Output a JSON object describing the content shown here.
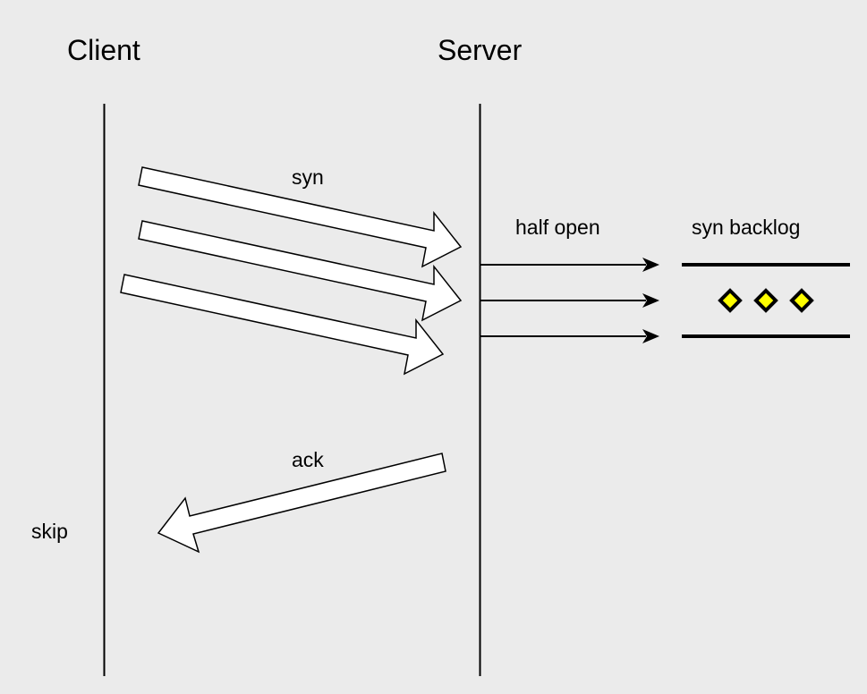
{
  "participants": {
    "client": "Client",
    "server": "Server"
  },
  "messages": {
    "syn": "syn",
    "ack": "ack",
    "half_open": "half open",
    "syn_backlog": "syn backlog",
    "skip": "skip"
  },
  "counts": {
    "syn_arrows": 3,
    "half_open_arrows": 3,
    "backlog_entries": 3
  },
  "colors": {
    "background": "#ebebeb",
    "stroke": "#000000",
    "arrow_fill": "#ffffff",
    "backlog_marker": "#ffff00"
  }
}
